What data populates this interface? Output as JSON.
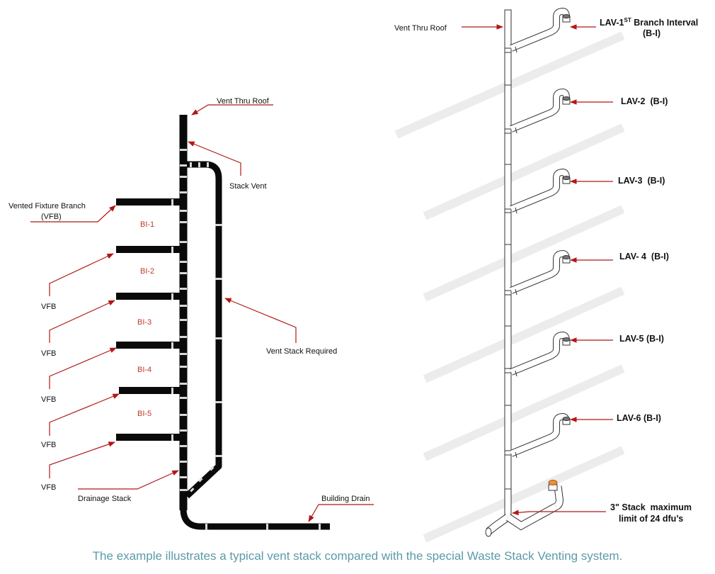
{
  "left_diagram": {
    "vent_thru_roof": "Vent Thru Roof",
    "stack_vent": "Stack Vent",
    "vented_fixture_branch": "Vented Fixture Branch",
    "vfb_abbrev": "(VFB)",
    "vfb_labels": [
      "VFB",
      "VFB",
      "VFB",
      "VFB",
      "VFB"
    ],
    "branch_intervals": [
      "BI-1",
      "BI-2",
      "BI-3",
      "BI-4",
      "BI-5"
    ],
    "vent_stack_required": "Vent Stack Required",
    "drainage_stack": "Drainage Stack",
    "building_drain": "Building Drain"
  },
  "right_diagram": {
    "vent_thru_roof": "Vent Thru Roof",
    "lav1_label_prefix": "LAV-1",
    "lav1_label_sup": "ST",
    "lav1_label_suffix": " Branch Interval",
    "lav1_label_line2": "(B-I)",
    "lav_labels": [
      "LAV-2  (B-I)",
      "LAV-3  (B-I)",
      "LAV- 4  (B-I)",
      "LAV-5 (B-I)",
      "LAV-6 (B-I)"
    ],
    "stack_limit_line1": "3\" Stack  maximum",
    "stack_limit_line2": "limit of 24 dfu’s"
  },
  "caption": "The example illustrates a typical vent stack compared with the special Waste Stack Venting system.",
  "colors": {
    "leader": "#b01818",
    "bi_text": "#c0392b",
    "caption": "#5b9aa9",
    "pipe": "#0a0a0a",
    "cap_orange": "#e8913a"
  }
}
